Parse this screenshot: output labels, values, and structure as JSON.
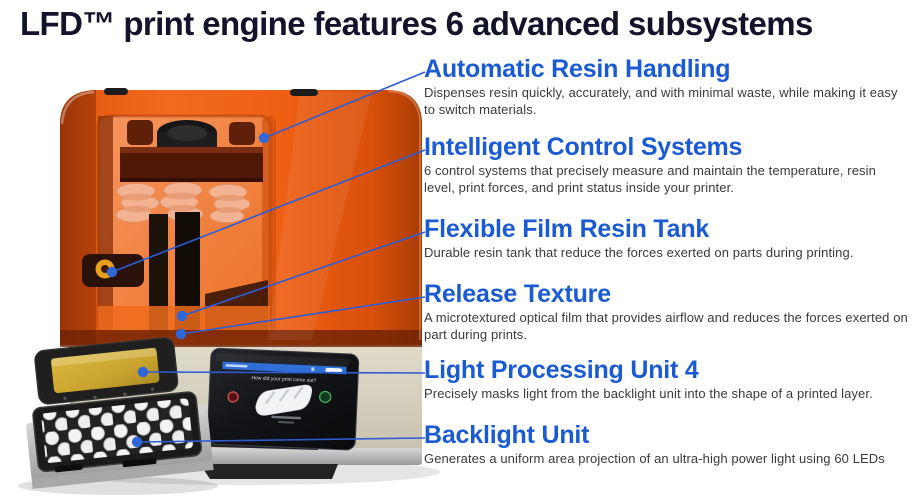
{
  "title": "LFD™ print engine features 6 advanced subsystems",
  "callouts": [
    {
      "heading": "Automatic Resin Handling",
      "description": "Dispenses resin quickly, accurately, and with minimal waste, while making it easy to switch materials."
    },
    {
      "heading": "Intelligent Control Systems",
      "description": "6 control systems that precisely measure and maintain the temperature, resin level, print forces, and print status inside your printer."
    },
    {
      "heading": "Flexible Film Resin Tank",
      "description": "Durable resin tank that reduce the forces exerted on parts during printing."
    },
    {
      "heading": "Release Texture",
      "description": "A microtextured optical film that provides airflow and reduces the forces exerted on part during prints."
    },
    {
      "heading": "Light Processing Unit 4",
      "description": "Precisely masks light from the backlight unit into the shape of a printed layer."
    },
    {
      "heading": "Backlight Unit",
      "description": "Generates a uniform area projection of an ultra-high power light using 60 LEDs"
    }
  ],
  "printer": {
    "screen_prompt": "How did your print come out?"
  },
  "colors": {
    "title_dark": "#13132b",
    "heading_blue": "#1a5ad2",
    "line_blue": "#2e5dd3",
    "dot_blue": "#2f67d8",
    "hood_orange": "#ee5f13",
    "base_beige": "#d7d0c0",
    "body_text": "#3a3a3a"
  }
}
